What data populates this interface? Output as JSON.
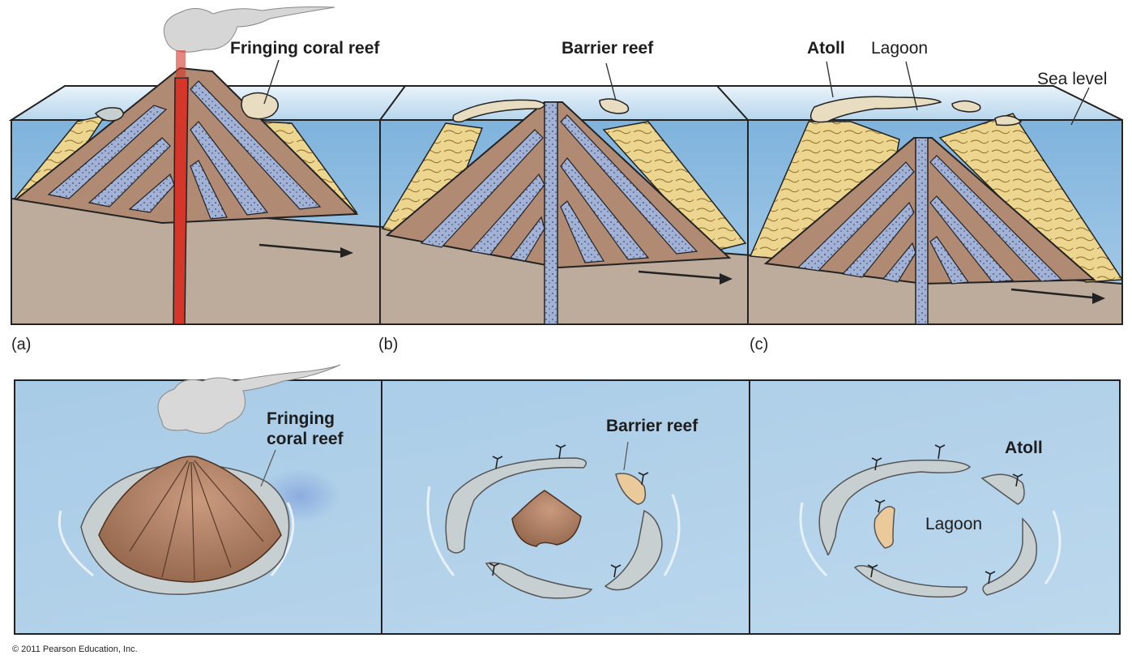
{
  "labels": {
    "fringing_top": "Fringing coral reef",
    "barrier_top": "Barrier reef",
    "atoll_top": "Atoll",
    "lagoon_top": "Lagoon",
    "sea_level": "Sea level",
    "panel_a": "(a)",
    "panel_b": "(b)",
    "panel_c": "(c)",
    "fringing_bottom_1": "Fringing",
    "fringing_bottom_2": "coral reef",
    "barrier_bottom": "Barrier reef",
    "atoll_bottom": "Atoll",
    "lagoon_bottom": "Lagoon",
    "copyright": "© 2011 Pearson Education, Inc."
  },
  "colors": {
    "sky": "#bcd9ee",
    "water": "#8fbfe3",
    "seafloor": "#bfae9f",
    "rock_brown": "#b08a72",
    "rock_dark": "#8a6650",
    "ash_blue": "#9fb0d3",
    "sand": "#ecd58e",
    "magma": "#d4362a",
    "reef": "#e8ddc0",
    "reef_gray": "#c7cfd0",
    "smoke": "#d6d6d6",
    "outline": "#222222"
  }
}
